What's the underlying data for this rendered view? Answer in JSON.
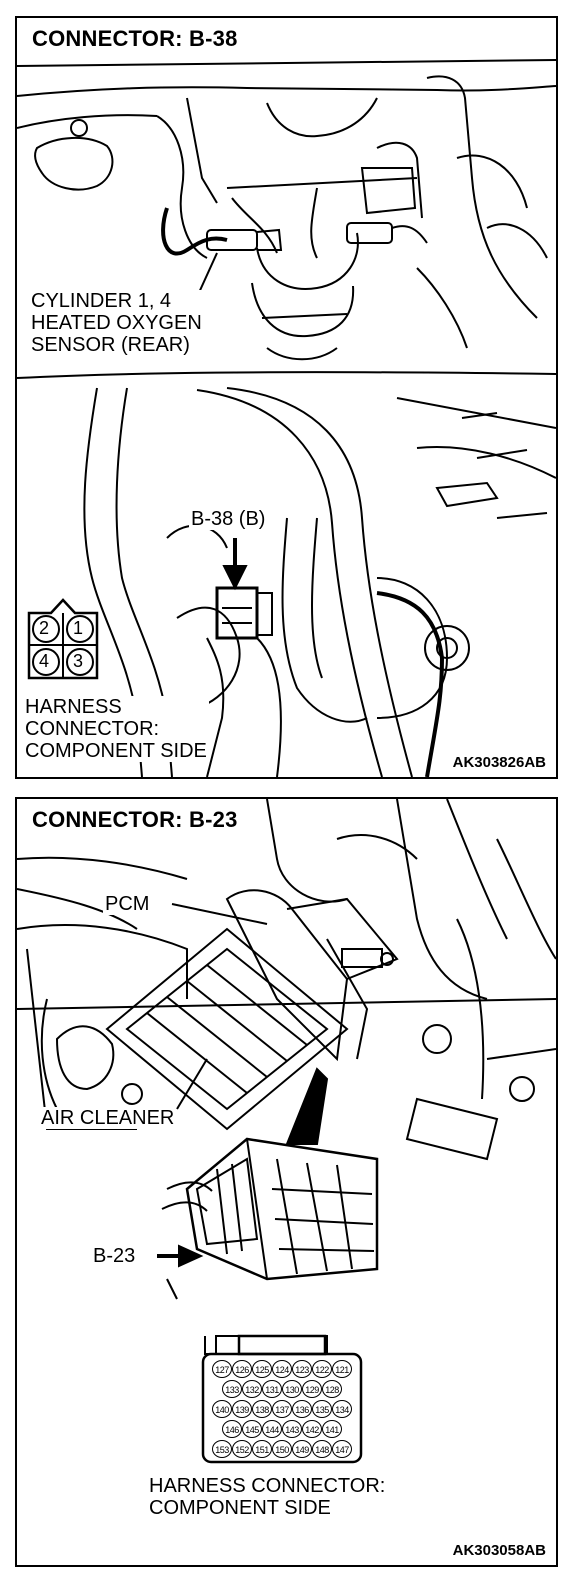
{
  "panel1": {
    "title": "CONNECTOR: B-38",
    "sensor_label": [
      "CYLINDER 1, 4",
      "HEATED OXYGEN",
      "SENSOR (REAR)"
    ],
    "callout": "B-38 (B)",
    "pins": [
      "2",
      "1",
      "4",
      "3"
    ],
    "harness_label": [
      "HARNESS",
      "CONNECTOR:",
      "COMPONENT SIDE"
    ],
    "code": "AK303826AB"
  },
  "panel2": {
    "title": "CONNECTOR: B-23",
    "pcm_label": "PCM",
    "air_cleaner_label": "AIR CLEANER",
    "callout": "B-23",
    "pin_rows": [
      [
        "127",
        "126",
        "125",
        "124",
        "123",
        "122",
        "121"
      ],
      [
        "133",
        "132",
        "131",
        "130",
        "129",
        "128"
      ],
      [
        "140",
        "139",
        "138",
        "137",
        "136",
        "135",
        "134"
      ],
      [
        "146",
        "145",
        "144",
        "143",
        "142",
        "141"
      ],
      [
        "153",
        "152",
        "151",
        "150",
        "149",
        "148",
        "147"
      ]
    ],
    "harness_label": [
      "HARNESS CONNECTOR:",
      "COMPONENT SIDE"
    ],
    "code": "AK303058AB"
  }
}
